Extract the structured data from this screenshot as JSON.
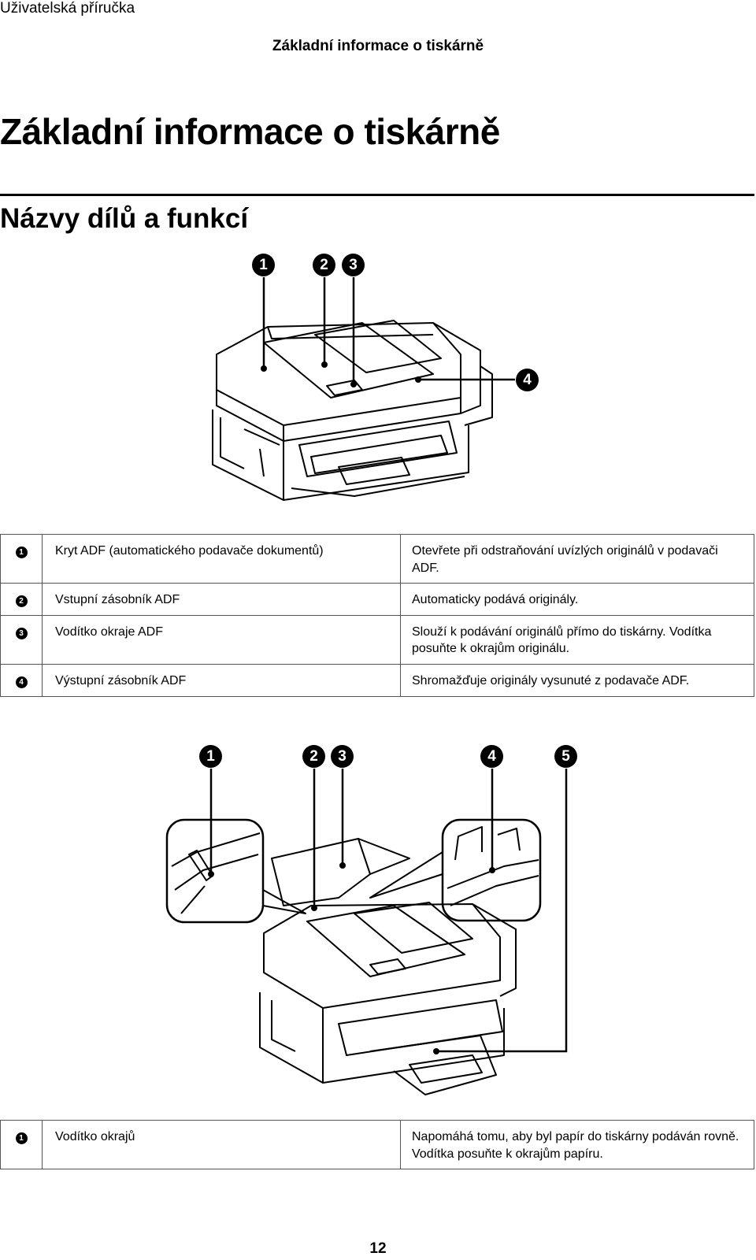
{
  "header": {
    "manual_title": "Uživatelská příručka",
    "running_title": "Základní informace o tiskárně"
  },
  "chapter_title": "Základní informace o tiskárně",
  "section_title": "Názvy dílů a funkcí",
  "figure1": {
    "callouts": [
      "1",
      "2",
      "3",
      "4"
    ]
  },
  "table1": {
    "rows": [
      {
        "num": "1",
        "name": "Kryt ADF (automatického podavače dokumentů)",
        "desc": "Otevřete při odstraňování uvízlých originálů v podavači ADF."
      },
      {
        "num": "2",
        "name": "Vstupní zásobník ADF",
        "desc": "Automaticky podává originály."
      },
      {
        "num": "3",
        "name": "Vodítko okraje ADF",
        "desc": "Slouží k podávání originálů přímo do tiskárny. Vodítka posuňte k okrajům originálu."
      },
      {
        "num": "4",
        "name": "Výstupní zásobník ADF",
        "desc": "Shromažďuje originály vysunuté z podavače ADF."
      }
    ]
  },
  "figure2": {
    "callouts": [
      "1",
      "2",
      "3",
      "4",
      "5"
    ]
  },
  "table2": {
    "rows": [
      {
        "num": "1",
        "name": "Vodítko okrajů",
        "desc": "Napomáhá tomu, aby byl papír do tiskárny podáván rovně. Vodítka posuňte k okrajům papíru."
      }
    ]
  },
  "footer": {
    "page_number": "12"
  }
}
